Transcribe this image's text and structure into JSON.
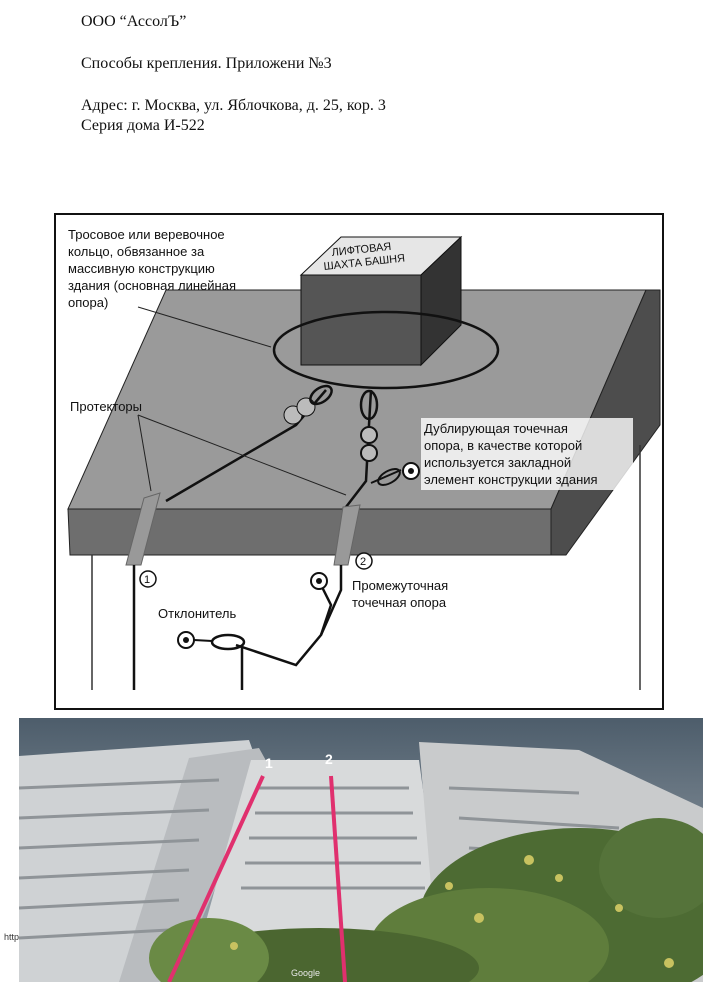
{
  "header": {
    "company": "ООО “АссолЪ”",
    "subject": "Способы крепления. Приложени №3",
    "address": "Адрес: г. Москва, ул. Яблочкова, д. 25, кор. 3",
    "series": "Серия дома И-522"
  },
  "diagram": {
    "box_label_1": "ЛИФТОВАЯ",
    "box_label_2": "ШАХТА БАШНЯ",
    "callout_main": [
      "Тросовое или веревочное",
      "кольцо, обвязанное за",
      "массивную конструкцию",
      "здания (основная линейная",
      "опора)"
    ],
    "protectors": "Протекторы",
    "backup_anchor": [
      "Дублирующая точечная",
      "опора, в качестве которой",
      "используется закладной",
      "элемент конструкции здания"
    ],
    "intermediate": [
      "Промежуточная",
      "точечная опора"
    ],
    "deflector": "Отклонитель",
    "marker_1": "1",
    "marker_2": "2"
  },
  "photo": {
    "line_1_label": "1",
    "line_2_label": "2",
    "line_color": "#e0306e",
    "watermark": "Google",
    "edge_text": "http"
  }
}
